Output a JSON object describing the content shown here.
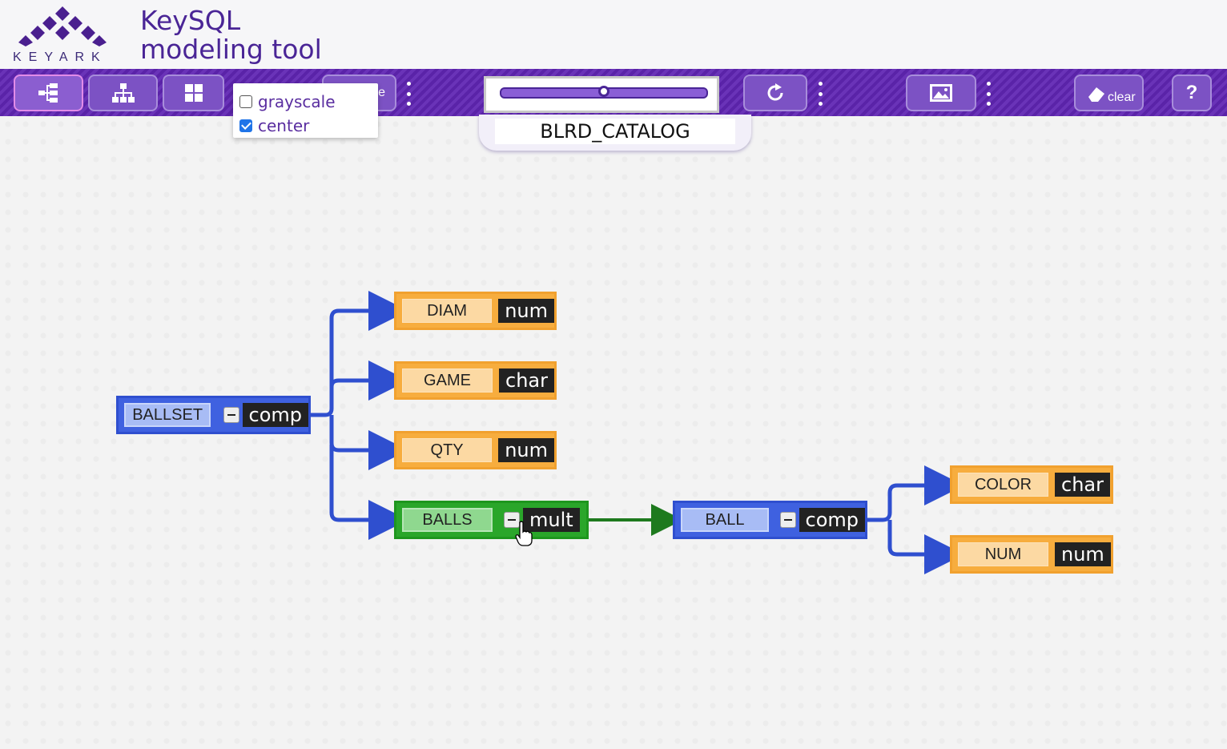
{
  "header": {
    "logo_text": "KEYARK",
    "title_line1": "KeySQL",
    "title_line2": "modeling tool"
  },
  "toolbar": {
    "buttons": [
      {
        "icon": "tree-layout-icon",
        "active": true
      },
      {
        "icon": "org-chart-icon"
      },
      {
        "icon": "grid-icon"
      },
      {
        "icon": "options-button"
      },
      {
        "icon": "refresh-icon"
      },
      {
        "icon": "image-icon"
      },
      {
        "icon": "eraser-icon",
        "label": "clear"
      },
      {
        "icon": "help-icon",
        "label": "?"
      }
    ],
    "slider": {
      "value_fraction": 0.5
    },
    "hidden_button_fragment": "e"
  },
  "options_dropdown": {
    "grayscale": {
      "label": "grayscale",
      "checked": false
    },
    "center": {
      "label": "center",
      "checked": true
    }
  },
  "catalog": {
    "name": "BLRD_CATALOG"
  },
  "diagram": {
    "nodes": {
      "ballset": {
        "name": "BALLSET",
        "type": "comp"
      },
      "diam": {
        "name": "DIAM",
        "type": "num"
      },
      "game": {
        "name": "GAME",
        "type": "char"
      },
      "qty": {
        "name": "QTY",
        "type": "num"
      },
      "balls": {
        "name": "BALLS",
        "type": "mult"
      },
      "ball": {
        "name": "BALL",
        "type": "comp"
      },
      "color": {
        "name": "COLOR",
        "type": "char"
      },
      "num": {
        "name": "NUM",
        "type": "num"
      }
    }
  },
  "colors": {
    "accent": "#5a23a8",
    "comp_node": "#3f61e0",
    "attr_node": "#f7ad3e",
    "mult_node": "#2aa62a"
  }
}
